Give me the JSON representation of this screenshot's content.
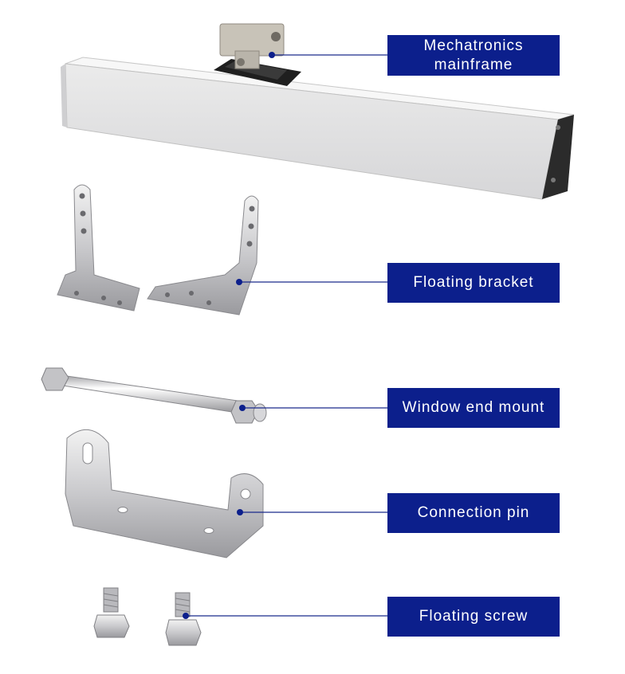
{
  "callouts": {
    "mainframe": {
      "line1": "Mechatronics",
      "line2": "mainframe"
    },
    "floating_bracket": "Floating bracket",
    "window_end_mount": "Window end mount",
    "connection_pin": "Connection pin",
    "floating_screw": "Floating screw"
  },
  "colors": {
    "label_background": "#0c1f8c",
    "label_text": "#ffffff",
    "leader_line": "#1a2a8c"
  }
}
